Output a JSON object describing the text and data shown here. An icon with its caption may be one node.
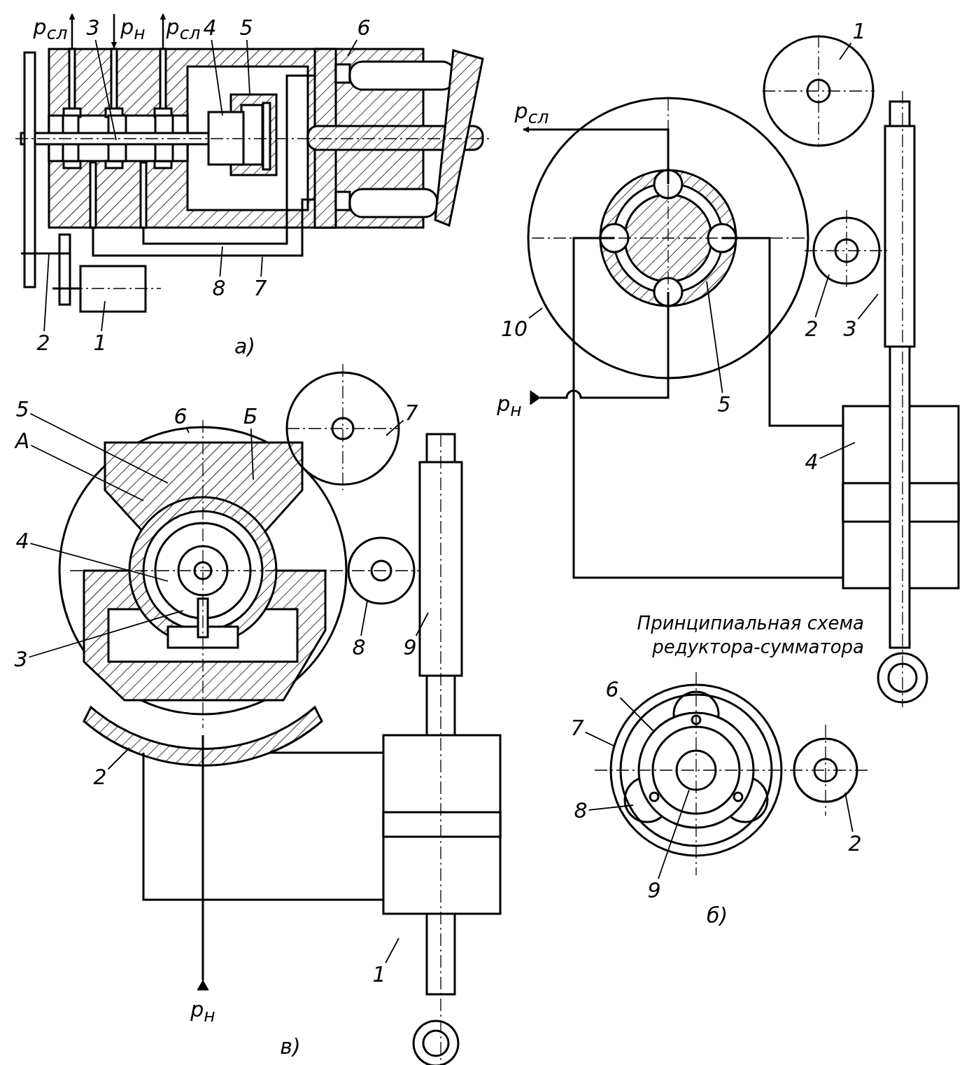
{
  "diagram": {
    "nodes": [
      {
        "text": [
          "3"
        ]
      },
      {
        "text": [
          "4"
        ]
      },
      {
        "text": [
          "5"
        ]
      },
      {
        "text": [
          "6"
        ]
      },
      {
        "text": [
          "8"
        ]
      },
      {
        "text": [
          "7"
        ]
      },
      {
        "text": [
          "2"
        ]
      },
      {
        "text": [
          "1"
        ]
      },
      {
        "text": [
          "1"
        ]
      },
      {
        "text": [
          "10"
        ]
      },
      {
        "text": [
          "2"
        ]
      },
      {
        "text": [
          "3"
        ]
      },
      {
        "text": [
          "5"
        ]
      },
      {
        "text": [
          "4"
        ]
      },
      {
        "text": [
          "6"
        ]
      },
      {
        "text": [
          "Б"
        ]
      },
      {
        "text": [
          "7"
        ]
      },
      {
        "text": [
          "5"
        ]
      },
      {
        "text": [
          "A"
        ]
      },
      {
        "text": [
          "4"
        ]
      },
      {
        "text": [
          "3"
        ]
      },
      {
        "text": [
          "8"
        ]
      },
      {
        "text": [
          "9"
        ]
      },
      {
        "text": [
          "2"
        ]
      },
      {
        "text": [
          "1"
        ]
      },
      {
        "text": [
          "6"
        ]
      },
      {
        "text": [
          "7"
        ]
      },
      {
        "text": [
          "8"
        ]
      },
      {
        "text": [
          "9"
        ]
      },
      {
        "text": [
          "2"
        ]
      }
    ],
    "edges": [
      {
        "from": 0,
        "to": null,
        "arrow": "none"
      },
      {
        "from": 1,
        "to": null,
        "arrow": "none"
      },
      {
        "from": 2,
        "to": null,
        "arrow": "none"
      },
      {
        "from": 3,
        "to": null,
        "arrow": "none"
      },
      {
        "from": 4,
        "to": null,
        "arrow": "none"
      },
      {
        "from": 5,
        "to": null,
        "arrow": "none"
      },
      {
        "from": 6,
        "to": null,
        "arrow": "none"
      },
      {
        "from": 7,
        "to": null,
        "arrow": "none"
      },
      {
        "from": 8,
        "to": null,
        "arrow": "none"
      },
      {
        "from": 9,
        "to": null,
        "arrow": "none"
      },
      {
        "from": 10,
        "to": null,
        "arrow": "none"
      },
      {
        "from": 11,
        "to": null,
        "arrow": "none"
      },
      {
        "from": 12,
        "to": null,
        "arrow": "none"
      },
      {
        "from": 13,
        "to": null,
        "arrow": "none"
      },
      {
        "from": 14,
        "to": null,
        "arrow": "none"
      },
      {
        "from": 15,
        "to": null,
        "arrow": "none"
      },
      {
        "from": 16,
        "to": null,
        "arrow": "none"
      },
      {
        "from": 17,
        "to": null,
        "arrow": "none"
      },
      {
        "from": 18,
        "to": null,
        "arrow": "none"
      },
      {
        "from": 19,
        "to": null,
        "arrow": "none"
      },
      {
        "from": 20,
        "to": null,
        "arrow": "none"
      },
      {
        "from": 21,
        "to": null,
        "arrow": "none"
      },
      {
        "from": 22,
        "to": null,
        "arrow": "none"
      },
      {
        "from": 23,
        "to": null,
        "arrow": "none"
      },
      {
        "from": 24,
        "to": null,
        "arrow": "none"
      },
      {
        "from": 25,
        "to": null,
        "arrow": "none"
      },
      {
        "from": 26,
        "to": null,
        "arrow": "none"
      },
      {
        "from": 27,
        "to": null,
        "arrow": "none"
      },
      {
        "from": 28,
        "to": null,
        "arrow": "none"
      },
      {
        "from": 29,
        "to": null,
        "arrow": "none"
      }
    ],
    "labels": [
      "p$_{сл}$",
      "p$_{н}$",
      "p$_{сл}$",
      "а)",
      "p$_{сл}$",
      "p$_{н}$",
      "Принципиальная схема редуктора-сумматора",
      "б)",
      "p$_{н}$",
      "в)"
    ]
  }
}
